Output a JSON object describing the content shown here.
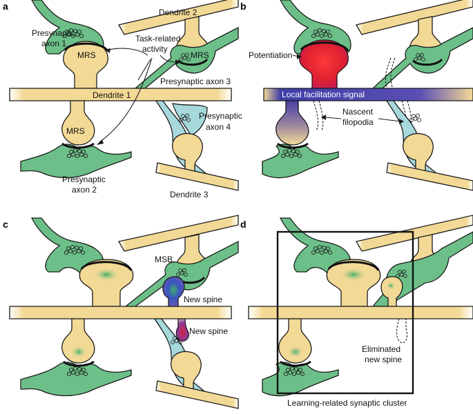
{
  "panels": {
    "a": {
      "letter": "a",
      "dendrite_1": "Dendrite 1",
      "dendrite_2": "Dendrite 2",
      "dendrite_3": "Dendrite 3",
      "axon_1_line1": "Presynaptic",
      "axon_1_line2": "axon 1",
      "axon_2_line1": "Presynaptic",
      "axon_2_line2": "axon 2",
      "axon_3": "Presynaptic axon 3",
      "axon_4_line1": "Presynaptic",
      "axon_4_line2": "axon 4",
      "activity_line1": "Task-related",
      "activity_line2": "activity",
      "mrs": "MRS"
    },
    "b": {
      "letter": "b",
      "potentiation": "Potentiation",
      "facilitation": "Local facilitation signal",
      "filopodia_line1": "Nascent",
      "filopodia_line2": "filopodia"
    },
    "c": {
      "letter": "c",
      "msb": "MSB",
      "new_spine": "New spine"
    },
    "d": {
      "letter": "d",
      "eliminated_line1": "Eliminated",
      "eliminated_line2": "new spine",
      "cluster": "Learning-related synaptic cluster"
    }
  },
  "colors": {
    "dendrite": "#f3d996",
    "axon_green": "#6cbf88",
    "axon_cyan": "#a6d8dc",
    "potentiation_red": "#e5232f",
    "facilitation_blue": "#3b3ba8"
  }
}
